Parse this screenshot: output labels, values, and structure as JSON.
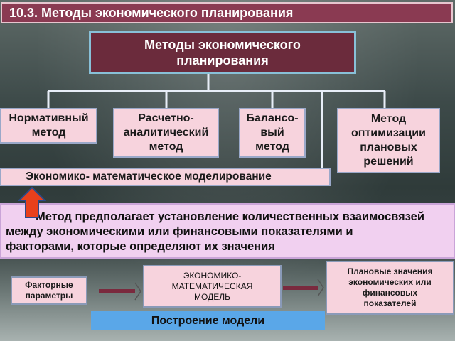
{
  "title": "10.3. Методы экономического планирования",
  "main_box": {
    "line1": "Методы экономического",
    "line2": "планирования"
  },
  "methods": [
    {
      "lines": [
        "Нормативный",
        "метод"
      ]
    },
    {
      "lines": [
        "Расчетно-",
        "аналитический",
        "метод"
      ]
    },
    {
      "lines": [
        "Балансо-",
        "вый",
        "метод"
      ]
    },
    {
      "lines": [
        "Метод",
        "оптимизации",
        "плановых",
        "решений"
      ]
    }
  ],
  "econ_model": "Экономико- математическое моделирование",
  "description": {
    "line1": "Метод предполагает установление количественных взаимосвязей",
    "line2": "между экономическими или финансовыми показателями и",
    "line3": "факторами, которые определяют их значения"
  },
  "flow": {
    "factors": {
      "line1": "Факторные",
      "line2": "параметры"
    },
    "model": {
      "line1": "ЭКОНОМИКО-",
      "line2": "МАТЕМАТИЧЕСКАЯ",
      "line3": "МОДЕЛЬ"
    },
    "result": {
      "line1": "Плановые значения",
      "line2": "экономических или",
      "line3": "финансовых",
      "line4": "показателей"
    }
  },
  "build_label": "Построение модели",
  "colors": {
    "title_bg": "#8a3a52",
    "main_box_bg": "#6b2b3c",
    "box_bg": "#f7d3dd",
    "arrow_red": "#e8401c",
    "build_bg": "#5aa7e8"
  }
}
